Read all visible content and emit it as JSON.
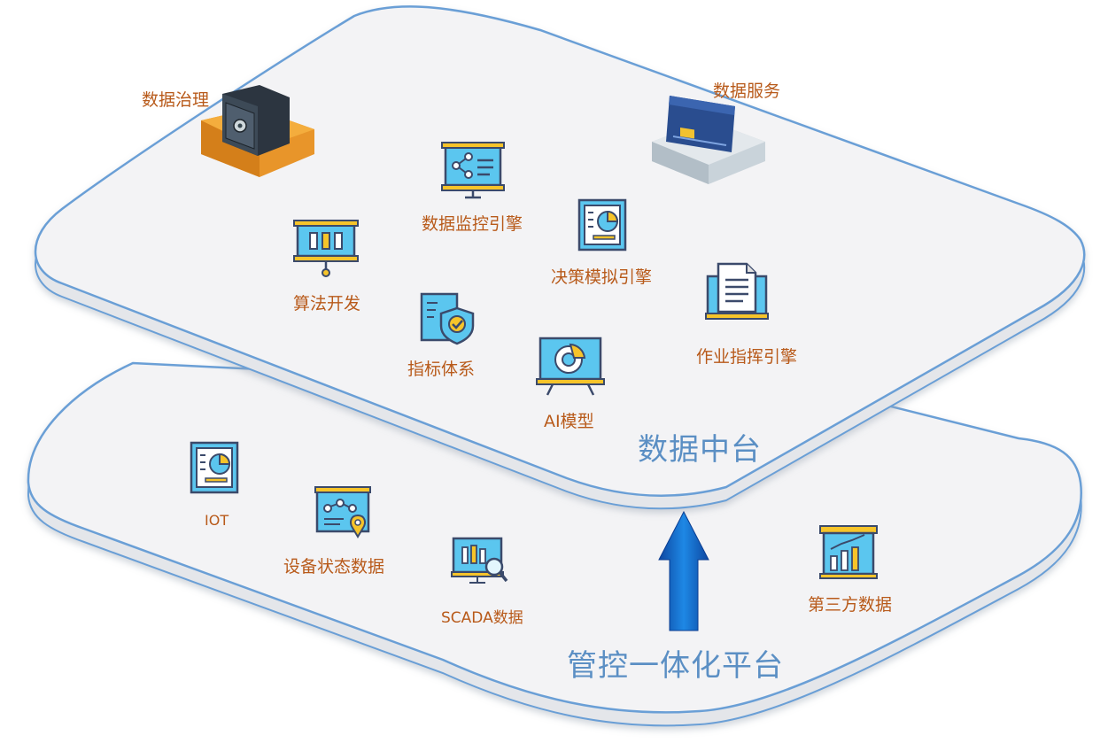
{
  "colors": {
    "label": "#b85a1a",
    "layer_title": "#5b8fc4",
    "platform_fill": "#f2f2f4",
    "platform_edge": "#6a9fd6",
    "arrow": "#1565c0",
    "icon_blue": "#5bc6ef",
    "icon_yellow": "#f6c42a",
    "icon_outline": "#3b4a6b"
  },
  "top_layer": {
    "title": "数据中台",
    "items": {
      "data_governance": {
        "label": "数据治理",
        "icon": "safe-icon"
      },
      "data_service": {
        "label": "数据服务",
        "icon": "card-icon"
      },
      "data_monitor_engine": {
        "label": "数据监控引擎",
        "icon": "presentation-share-icon"
      },
      "decision_sim_engine": {
        "label": "决策模拟引擎",
        "icon": "report-pie-icon"
      },
      "algorithm_dev": {
        "label": "算法开发",
        "icon": "presentation-bars-icon"
      },
      "operation_command_engine": {
        "label": "作业指挥引擎",
        "icon": "document-monitor-icon"
      },
      "indicator_system": {
        "label": "指标体系",
        "icon": "shield-check-icon"
      },
      "ai_model": {
        "label": "AI模型",
        "icon": "monitor-pie-icon"
      }
    }
  },
  "bottom_layer": {
    "title": "管控一体化平台",
    "items": {
      "iot": {
        "label": "IOT",
        "icon": "report-pie-icon"
      },
      "device_status": {
        "label": "设备状态数据",
        "icon": "board-location-icon"
      },
      "scada": {
        "label": "SCADA数据",
        "icon": "monitor-search-icon"
      },
      "third_party": {
        "label": "第三方数据",
        "icon": "bar-chart-icon"
      }
    }
  },
  "connector": {
    "icon": "arrow-up-icon"
  }
}
